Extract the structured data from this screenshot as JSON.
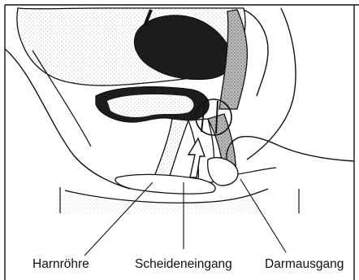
{
  "labels": {
    "urethra": "Harnröhre",
    "vaginal_opening": "Scheideneingang",
    "anus": "Darmausgang"
  },
  "colors": {
    "outline": "#111111",
    "stipple": "#9a9a9a",
    "dark_organ": "#1c1c1c",
    "background": "#ffffff"
  }
}
